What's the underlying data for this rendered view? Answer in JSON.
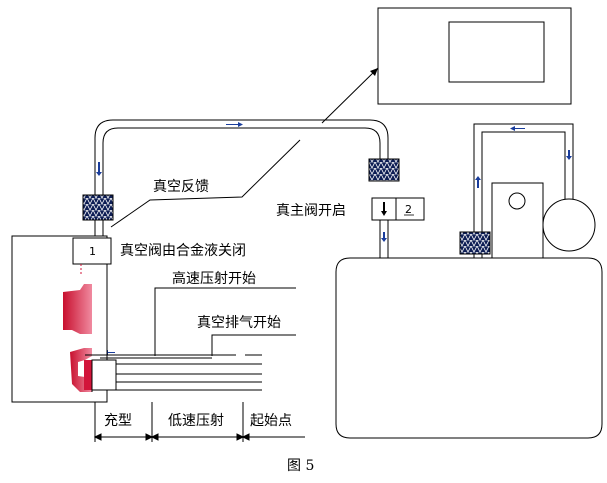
{
  "labels": {
    "vacuum_feedback": "真空反馈",
    "main_valve_open": "真主阀开启",
    "valve_closed_by_alloy": "真空阀由合金液关闭",
    "high_speed_start": "高速压射开始",
    "vacuum_exhaust_start": "真空排气开始"
  },
  "stages": {
    "fill": "充型",
    "low_speed": "低速压射",
    "start_point": "起始点"
  },
  "valve_numbers": {
    "valve_1": "1",
    "valve_2": "2"
  },
  "caption": "图 5",
  "colors": {
    "line": "#000000",
    "pipe_arrow": "#1a3d9c",
    "die_cavity": "#d2143a",
    "die_cavity_light": "#ea6a86",
    "filter_fill": "#0e1e55",
    "filter_mesh": "#ffffff"
  }
}
